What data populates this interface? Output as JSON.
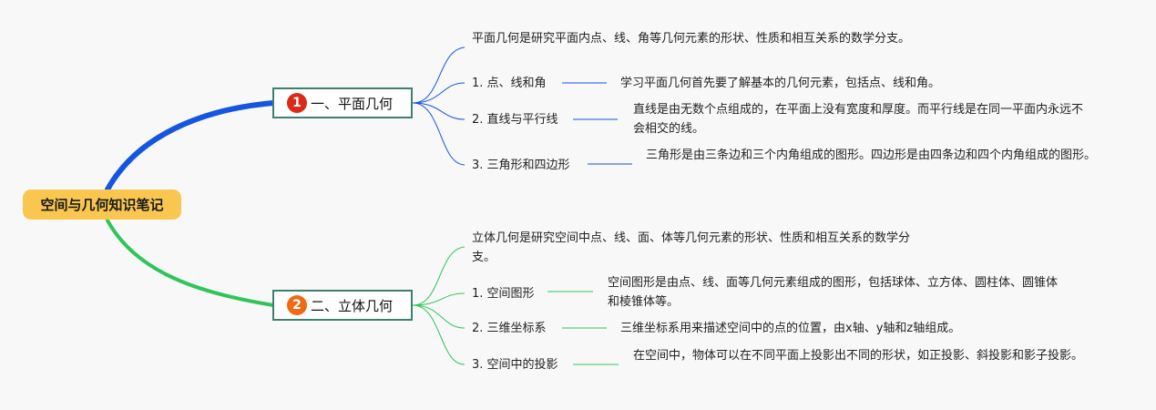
{
  "root": {
    "label": "空间与几何知识笔记"
  },
  "branches": [
    {
      "number": "1",
      "label": "一、平面几何",
      "color": "#1555e0",
      "intro": "平面几何是研究平面内点、线、角等几何元素的形状、性质和相互关系的数学分支。",
      "items": [
        {
          "label": "1. 点、线和角",
          "desc": "学习平面几何首先要了解基本的几何元素，包括点、线和角。"
        },
        {
          "label": "2. 直线与平行线",
          "desc": "直线是由无数个点组成的，在平面上没有宽度和厚度。而平行线是在同一平面内永远不会相交的线。"
        },
        {
          "label": "3. 三角形和四边形",
          "desc": "三角形是由三条边和三个内角组成的图形。四边形是由四条边和四个内角组成的图形。"
        }
      ]
    },
    {
      "number": "2",
      "label": "二、立体几何",
      "color": "#2fc55a",
      "intro": "立体几何是研究空间中点、线、面、体等几何元素的形状、性质和相互关系的数学分支。",
      "items": [
        {
          "label": "1. 空间图形",
          "desc": "空间图形是由点、线、面等几何元素组成的图形，包括球体、立方体、圆柱体、圆锥体和棱锥体等。"
        },
        {
          "label": "2. 三维坐标系",
          "desc": "三维坐标系用来描述空间中的点的位置，由x轴、y轴和z轴组成。"
        },
        {
          "label": "3. 空间中的投影",
          "desc": "在空间中，物体可以在不同平面上投影出不同的形状，如正投影、斜投影和影子投影。"
        }
      ]
    }
  ]
}
